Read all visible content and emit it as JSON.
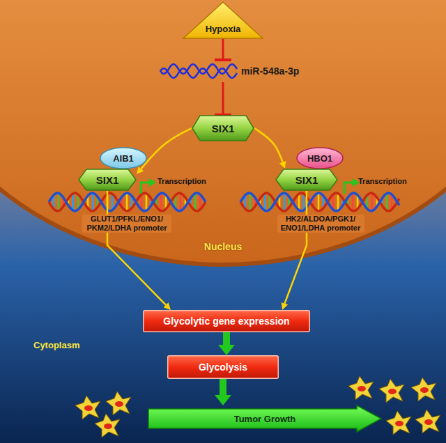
{
  "diagram": {
    "nodes": [
      {
        "text": [
          "Hypoxia"
        ]
      },
      {
        "text": [
          "miR-548a-3p"
        ]
      },
      {
        "text": [
          "SIX1"
        ]
      },
      {
        "text": [
          "AIB1"
        ]
      },
      {
        "text": [
          "SIX1"
        ]
      },
      {
        "text": [
          "HBO1"
        ]
      },
      {
        "text": [
          "SIX1"
        ]
      },
      {
        "text": [
          "Glycolytic gene expression"
        ]
      },
      {
        "text": [
          "Glycolysis"
        ]
      },
      {
        "text": [
          "Tumor Growth"
        ]
      }
    ],
    "edges": [
      {
        "from": 0,
        "to": 1,
        "arrow": "to"
      },
      {
        "from": 1,
        "to": 2,
        "arrow": "to"
      },
      {
        "from": 2,
        "to": 4,
        "arrow": "to"
      },
      {
        "from": 2,
        "to": 6,
        "arrow": "to"
      },
      {
        "from": 4,
        "to": 7,
        "arrow": "to"
      },
      {
        "from": 6,
        "to": 7,
        "arrow": "to"
      },
      {
        "from": 7,
        "to": 8,
        "arrow": "to"
      },
      {
        "from": 8,
        "to": 9,
        "arrow": "to"
      }
    ],
    "labels": [
      "Transcription",
      "GLUT1/PFKL/ENO1/ PKM2/LDHA promoter",
      "Transcription",
      "HK2/ALDOA/PGK1/ ENO1/LDHA promoter",
      "Nucleus",
      "Cytoplasm"
    ]
  }
}
